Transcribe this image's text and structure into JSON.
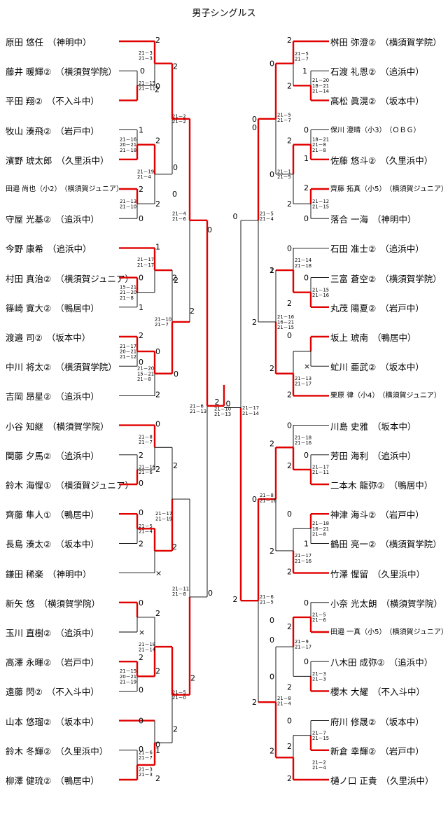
{
  "title": "男子シングルス",
  "left_players": [
    {
      "name": "原田 悠任",
      "school": "（神明中）"
    },
    {
      "name": "藤井 暖輝②",
      "school": "（横須賀学院）"
    },
    {
      "name": "平田 翔②",
      "school": "（不入斗中）"
    },
    {
      "name": "牧山 湊飛②",
      "school": "（岩戸中）"
    },
    {
      "name": "濱野 琥太郎",
      "school": "（久里浜中）"
    },
    {
      "name": "田邉 尚也（小2）",
      "school": "（横須賀ジュニア）"
    },
    {
      "name": "守屋 光基②",
      "school": "（追浜中）"
    },
    {
      "name": "今野 康希",
      "school": "（追浜中）"
    },
    {
      "name": "村田 真治②",
      "school": "（横須賀ジュニア）"
    },
    {
      "name": "篠崎 寛大②",
      "school": "（鴨居中）"
    },
    {
      "name": "渡邉 司②",
      "school": "（坂本中）"
    },
    {
      "name": "中川 将太②",
      "school": "（横須賀学院）"
    },
    {
      "name": "吉岡 昂星②",
      "school": "（追浜中）"
    },
    {
      "name": "小谷 知継",
      "school": "（横須賀学院）"
    },
    {
      "name": "関藤 夕馬②",
      "school": "（追浜中）"
    },
    {
      "name": "鈴木 海惺①",
      "school": "（横須賀ジュニア）"
    },
    {
      "name": "齊藤 隼人①",
      "school": "（鴨居中）"
    },
    {
      "name": "長島 湊太②",
      "school": "（坂本中）"
    },
    {
      "name": "鎌田 稀楽",
      "school": "（神明中）"
    },
    {
      "name": "新矢 悠",
      "school": "（横須賀学院）"
    },
    {
      "name": "玉川 直樹②",
      "school": "（追浜中）"
    },
    {
      "name": "高澤 永暉②",
      "school": "（岩戸中）"
    },
    {
      "name": "遠藤 閃②",
      "school": "（不入斗中）"
    },
    {
      "name": "山本 悠瑠②",
      "school": "（坂本中）"
    },
    {
      "name": "鈴木 冬輝②",
      "school": "（久里浜中）"
    },
    {
      "name": "柳澤 健琉②",
      "school": "（鴨居中）"
    }
  ],
  "right_players": [
    {
      "name": "桝田 弥澄②",
      "school": "（横須賀学院）"
    },
    {
      "name": "石渡 礼恩②",
      "school": "（追浜中）"
    },
    {
      "name": "髙松 眞滉②",
      "school": "（坂本中）"
    },
    {
      "name": "保川 澄晴（小3）",
      "school": "（ＯＢＧ）"
    },
    {
      "name": "佐藤 悠斗②",
      "school": "（久里浜中）"
    },
    {
      "name": "齊藤 拓真（小5）",
      "school": "（横須賀ジュニア）"
    },
    {
      "name": "落合 一海",
      "school": "（神明中）"
    },
    {
      "name": "石田 准士②",
      "school": "（追浜中）"
    },
    {
      "name": "三富 蒼空②",
      "school": "（横須賀学院）"
    },
    {
      "name": "丸茂 陽夏②",
      "school": "（岩戸中）"
    },
    {
      "name": "坂上 琥南",
      "school": "（鴨居中）"
    },
    {
      "name": "虻川 亜武②",
      "school": "（坂本中）"
    },
    {
      "name": "栗原 律（小4）",
      "school": "（横須賀ジュニア）"
    },
    {
      "name": "川島 史雅",
      "school": "（坂本中）"
    },
    {
      "name": "芳田 海利",
      "school": "（追浜中）"
    },
    {
      "name": "二本木 龍弥②",
      "school": "（鴨居中）"
    },
    {
      "name": "神津 海斗②",
      "school": "（岩戸中）"
    },
    {
      "name": "鶴田 亮一②",
      "school": "（横須賀学院）"
    },
    {
      "name": "竹澤 惺留",
      "school": "（久里浜中）"
    },
    {
      "name": "小奈 光太朗",
      "school": "（横須賀学院）"
    },
    {
      "name": "田邉 一真（小5）",
      "school": "（横須賀ジュニア）"
    },
    {
      "name": "八木田 成弥②",
      "school": "（追浜中）"
    },
    {
      "name": "櫻木 大耀",
      "school": "（不入斗中）"
    },
    {
      "name": "府川 修晟②",
      "school": "（坂本中）"
    },
    {
      "name": "新倉 幸輝②",
      "school": "（岩戸中）"
    },
    {
      "name": "樋ノ口 正貴",
      "school": "（久里浜中）"
    }
  ],
  "scores": {
    "L_r1_2_3": [
      "21－15",
      "21－11"
    ],
    "L_r2_1": [
      "21－3",
      "21－3"
    ],
    "L_r1_4_5": [
      "21－16",
      "20－21",
      "21－18"
    ],
    "L_r1_6_7": [
      "21－13",
      "21－10"
    ],
    "L_r2_2": [
      "21－19",
      "21－4"
    ],
    "L_r3_1": [
      "21－2",
      "21－2"
    ],
    "L_r1_9_10": [
      "15－21",
      "21－20",
      "21－8"
    ],
    "L_r2_3": [
      "21－17",
      "21－17"
    ],
    "L_r1_11_12": [
      "21－17",
      "20－21",
      "21－12"
    ],
    "L_r2_4": [
      "21－20",
      "15－21",
      "21－8"
    ],
    "L_r3_2": [
      "21－10",
      "21－7"
    ],
    "L_r4_1": [
      "21－4",
      "21－6"
    ],
    "L_r1_15_16": [
      "21－16",
      "21－6"
    ],
    "L_r2_5": [
      "21－8",
      "21－7"
    ],
    "L_r1_17_18": [
      "21－5",
      "21－4"
    ],
    "L_r2_6": [
      "21－17",
      "21－19"
    ],
    "L_r1_21_22": [
      "21－15",
      "20－21",
      "21－19"
    ],
    "L_r2_7": [
      "21－18",
      "21－14"
    ],
    "L_r1_24_25": [
      "21－6",
      "21－7"
    ],
    "L_r2_8": [
      "21－3",
      "21－3"
    ],
    "L_r3_4": [
      "21－5",
      "21－0"
    ],
    "L_r4_2": [
      "21－11",
      "21－8"
    ],
    "L_semi": [
      "21－6",
      "21－13"
    ],
    "final": [
      "21－10",
      "21－13"
    ],
    "R_semi": [
      "21－17",
      "21－14"
    ],
    "R_r1_2_3": [
      "21－20",
      "18－21",
      "21－14"
    ],
    "R_r2_1": [
      "21－5",
      "21－7"
    ],
    "R_r1_4_5": [
      "18－21",
      "21－8",
      "21－8"
    ],
    "R_r1_6_7": [
      "21－12",
      "21－15"
    ],
    "R_r2_2": [
      "21－1",
      "21－5"
    ],
    "R_r3_1": [
      "21－5",
      "21－7"
    ],
    "R_r1_9_10": [
      "21－15",
      "21－16"
    ],
    "R_r2_3": [
      "21－14",
      "21－18"
    ],
    "R_r2_4": [
      "21－13",
      "21－17"
    ],
    "R_r3_2": [
      "21－16",
      "16－21",
      "21－15"
    ],
    "R_r4_1": [
      "21－5",
      "21－4"
    ],
    "R_r1_15_16": [
      "21－17",
      "21－11"
    ],
    "R_r2_5": [
      "21－18",
      "21－16"
    ],
    "R_r1_17_18": [
      "21－18",
      "16－21",
      "21－8"
    ],
    "R_r2_6": [
      "21－17",
      "21－16"
    ],
    "R_r3_3": [
      "21－8",
      "21－16"
    ],
    "R_r1_20_21": [
      "21－5",
      "21－6"
    ],
    "R_r2_7": [
      "21－9",
      "21－17"
    ],
    "R_r1_22_23": [
      "21－3",
      "21－3"
    ],
    "R_r2_8": [
      "21－2",
      "21－4"
    ],
    "R_r1_24_25": [
      "21－7",
      "21－15"
    ],
    "R_r3_4": [
      "21－8",
      "21－4"
    ],
    "R_r4_2": [
      "21－6",
      "21－5"
    ]
  },
  "result_marks": {
    "L_a_r1": "2",
    "L_a_r2": "0",
    "L_b_r1": "0",
    "L_b_r2": "2",
    "L_c_r1": "1",
    "L_c_r2": "2",
    "L_d_r1": "2",
    "L_d_r2": "0",
    "L_e_r1": "0",
    "L_e_r2": "2",
    "L_f_r1": "2",
    "L_f_r2": "0",
    "L_g_r1": "0",
    "L_g_r2": "1",
    "L_h_r1": "1",
    "L_h_r2": "2",
    "L_i_r1": "2",
    "L_i_r2": "0",
    "L_j_r1": "0",
    "L_j_r2": "2",
    "L_k_r1": "2",
    "L_k_r2": "0",
    "L_l_r1": "0",
    "L_l_r2": "2",
    "L_m_r1": "2",
    "L_m_r2": "0",
    "L_n_r1": "0",
    "L_n_r2": "2",
    "L_o_r1": "0",
    "L_o_r2": "2",
    "L_p_r1": "2",
    "L_p_r2": "0",
    "L_q_r1": "0",
    "L_q_r2": "2",
    "L_r_r1": "2",
    "L_r_r2": "0",
    "L_s_r1": "2",
    "L_s_r2": "0",
    "L_t_r1": "0",
    "L_t_r2": "2",
    "L_u_r1": "2",
    "L_u_r2": "1",
    "L_v_r1": "2",
    "L_v_r2": "0",
    "L_w_r1": "0",
    "L_w_r2": "2",
    "L_x_r1": "2",
    "final_l": "2",
    "final_r": "0",
    "R_a_r1": "2",
    "R_a_r2": "0",
    "R_b_r1": "1",
    "R_b_r2": "2",
    "R_c_r1": "0",
    "R_c_r2": "2",
    "R_d_r1": "0",
    "R_d_r2": "2",
    "R_e_r1": "0",
    "R_e_r2": "1",
    "R_f_r1": "2",
    "R_f_r2": "0",
    "R_g_r1": "2",
    "R_g_r2": "0",
    "R_h_r1": "0",
    "R_h_r2": "2",
    "R_i_r1": "1",
    "R_i_r2": "2",
    "R_j_r1": "0",
    "R_j_r2": "2",
    "R_k_r1": "0",
    "R_k_r2": "2",
    "R_l_r1": "0",
    "R_l_r2": "2",
    "R_m_r1": "0",
    "R_m_r2": "2",
    "R_n_r1": "0",
    "R_n_r2": "2",
    "R_o_r1": "0",
    "R_o_r2": "2",
    "R_p_r1": "0",
    "R_p_r2": "1",
    "R_q_r1": "2",
    "R_q_r2": "0",
    "R_r_r1": "0",
    "R_r_r2": "2",
    "R_s_r1": "2",
    "R_s_r2": "0",
    "R_t_r1": "0",
    "R_t_r2": "2",
    "R_u_r1": "2",
    "R_u_r2": "0",
    "R_v_r1": "0",
    "R_v_r2": "2",
    "R_w_r1": "0",
    "R_w_r2": "2",
    "R_x_r1": "2",
    "R_x_r2": "0",
    "R_y_r1": "2",
    "R_y_r2": "0",
    "R_z_r1": "2"
  },
  "walkover_mark": "×"
}
